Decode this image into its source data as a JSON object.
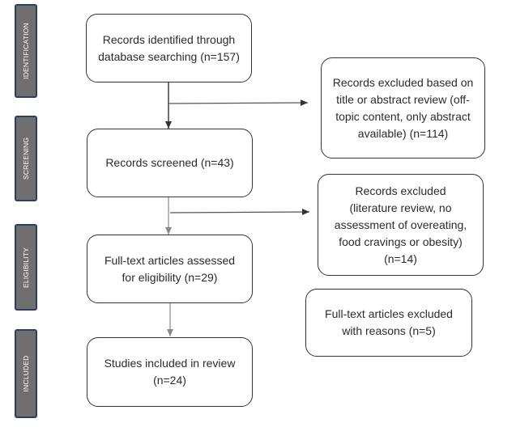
{
  "stages": {
    "identification": "IDENTIFICATION",
    "screening": "SCREENING",
    "eligibility": "ELIGIBILITY",
    "included": "INCLUDED"
  },
  "boxes": {
    "identified": "Records identified through\ndatabase searching (n=157)",
    "excluded_title_abstract": "Records excluded based on\ntitle or abstract review (off-\ntopic content, only abstract\navailable) (n=114)",
    "screened": "Records screened (n=43)",
    "excluded_records": "Records excluded\n(literature review, no\nassessment of overeating,\nfood cravings or obesity)\n(n=14)",
    "fulltext_assessed": "Full-text articles assessed\nfor eligibility (n=29)",
    "fulltext_excluded": "Full-text articles excluded\nwith reasons (n=5)",
    "included": "Studies included in review\n(n=24)"
  },
  "colors": {
    "tab_fill": "#6f6f6f",
    "tab_border": "#2c3e63",
    "arrow_dark": "#333333",
    "arrow_light": "#9a9a9a"
  }
}
